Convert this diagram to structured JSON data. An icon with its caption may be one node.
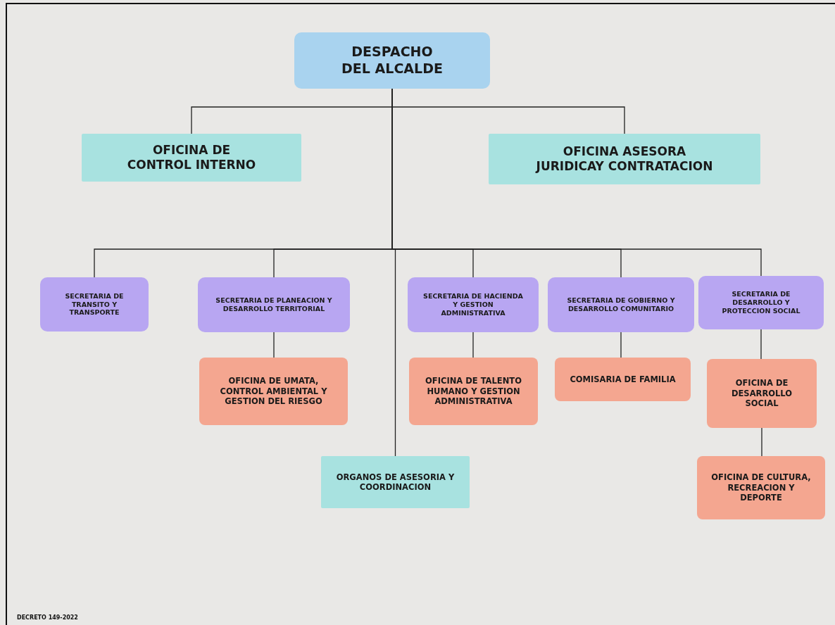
{
  "diagram": {
    "nodes": [
      {
        "text": [
          "DESPACHO DEL ALCALDE"
        ]
      },
      {
        "text": [
          "OFICINA DE CONTROL INTERNO"
        ]
      },
      {
        "text": [
          "OFICINA ASESORA JURIDICAY CONTRATACION"
        ]
      },
      {
        "text": [
          "SECRETARIA DE TRANSITO Y TRANSPORTE"
        ]
      },
      {
        "text": [
          "SECRETARIA DE PLANEACION Y DESARROLLO TERRITORIAL"
        ]
      },
      {
        "text": [
          "SECRETARIA DE HACIENDA Y GESTION ADMINISTRATIVA"
        ]
      },
      {
        "text": [
          "SECRETARIA DE GOBIERNO Y DESARROLLO COMUNITARIO"
        ]
      },
      {
        "text": [
          "SECRETARIA DE DESARROLLO Y PROTECCION SOCIAL"
        ]
      },
      {
        "text": [
          "OFICINA DE UMATA, CONTROL AMBIENTAL Y GESTION DEL RIESGO"
        ]
      },
      {
        "text": [
          "OFICINA DE TALENTO HUMANO Y GESTION ADMINISTRATIVA"
        ]
      },
      {
        "text": [
          "COMISARIA DE FAMILIA"
        ]
      },
      {
        "text": [
          "OFICINA DE DESARROLLO SOCIAL"
        ]
      },
      {
        "text": [
          "ORGANOS DE ASESORIA Y COORDINACION"
        ]
      },
      {
        "text": [
          "OFICINA DE CULTURA, RECREACION Y DEPORTE"
        ]
      }
    ],
    "edges": [
      {
        "from": 0,
        "to": 1,
        "arrow": "none"
      },
      {
        "from": 0,
        "to": 2,
        "arrow": "none"
      },
      {
        "from": 0,
        "to": 3,
        "arrow": "none"
      },
      {
        "from": 0,
        "to": 4,
        "arrow": "none"
      },
      {
        "from": 0,
        "to": 12,
        "arrow": "none"
      },
      {
        "from": 0,
        "to": 5,
        "arrow": "none"
      },
      {
        "from": 0,
        "to": 6,
        "arrow": "none"
      },
      {
        "from": 0,
        "to": 7,
        "arrow": "none"
      },
      {
        "from": 4,
        "to": 8,
        "arrow": "none"
      },
      {
        "from": 5,
        "to": 9,
        "arrow": "none"
      },
      {
        "from": 6,
        "to": 10,
        "arrow": "none"
      },
      {
        "from": 7,
        "to": 11,
        "arrow": "none"
      },
      {
        "from": 11,
        "to": 13,
        "arrow": "none"
      }
    ],
    "labels": [
      "DECRETO 149-2022"
    ]
  }
}
